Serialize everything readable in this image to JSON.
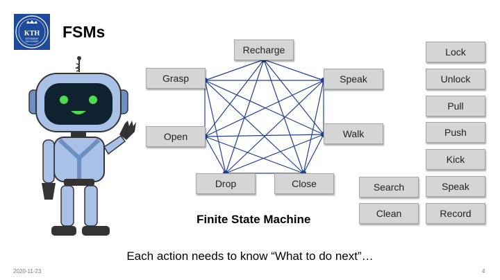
{
  "slide": {
    "title": "FSMs",
    "logo_text": "KTH",
    "logo_subtext_1": "VETENSKAP",
    "logo_subtext_2": "OCH KONST",
    "caption": "Finite State Machine",
    "bottom_text": "Each action needs to know “What to do next”…",
    "date": "2020-11-23",
    "page_number": "4"
  },
  "fsm": {
    "states": [
      "Recharge",
      "Speak",
      "Walk",
      "Close",
      "Drop",
      "Open",
      "Grasp"
    ],
    "edge_color": "#1f3f93"
  },
  "actions": {
    "column_1": [
      "Search",
      "Clean"
    ],
    "column_2": [
      "Lock",
      "Unlock",
      "Pull",
      "Push",
      "Kick",
      "Speak",
      "Record"
    ]
  },
  "colors": {
    "logo_bg": "#1d4a9a",
    "box_fill": "#d5d5d5",
    "robot_body": "#9fb8df"
  },
  "icons": {
    "logo": "kth-crest-icon",
    "robot": "waving-robot-illustration"
  }
}
